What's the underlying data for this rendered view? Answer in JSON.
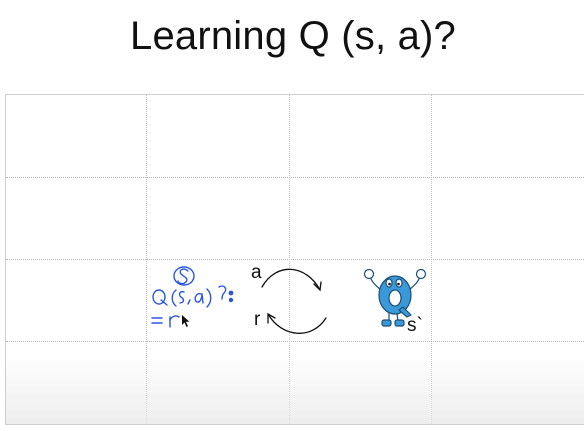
{
  "slide": {
    "title": "Learning Q (s, a)?"
  },
  "diagram": {
    "action_label": "a",
    "reward_label": "r",
    "next_state_label": "s`",
    "annotation_ink_color": "#2b55e0",
    "arrow_color": "#111111",
    "character_color": "#3a9ad9",
    "character_icon": "q-character-icon"
  }
}
